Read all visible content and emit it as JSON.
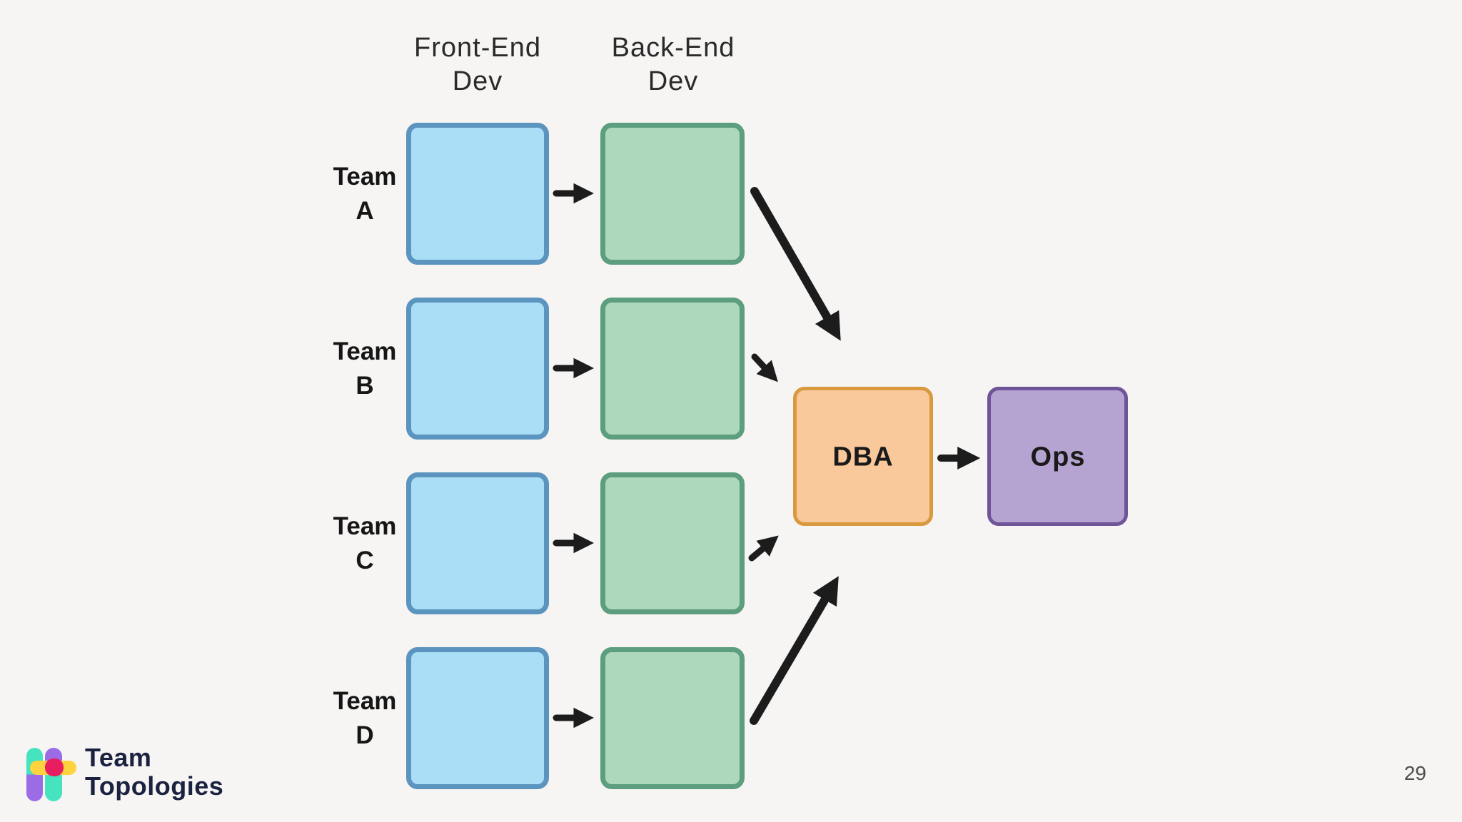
{
  "slide": {
    "background_color": "#F6F5F4",
    "page_number": "29"
  },
  "headers": {
    "frontend": "Front-End\nDev",
    "backend": "Back-End\nDev"
  },
  "teams": [
    {
      "name": "Team A",
      "label_top": "Team",
      "label_bottom": "A"
    },
    {
      "name": "Team B",
      "label_top": "Team",
      "label_bottom": "B"
    },
    {
      "name": "Team C",
      "label_top": "Team",
      "label_bottom": "C"
    },
    {
      "name": "Team D",
      "label_top": "Team",
      "label_bottom": "D"
    }
  ],
  "nodes": {
    "frontend_box": {
      "fill": "#A9DEF6",
      "border": "#5B94BE"
    },
    "backend_box": {
      "fill": "#AED8BB",
      "border": "#5C9E7E"
    },
    "dba": {
      "label": "DBA",
      "fill": "#FAC99B",
      "border": "#D8993F"
    },
    "ops": {
      "label": "Ops",
      "fill": "#B5A4D1",
      "border": "#6F5498"
    }
  },
  "connections": [
    {
      "from": "frontend-dev-team-a",
      "to": "backend-dev-team-a"
    },
    {
      "from": "frontend-dev-team-b",
      "to": "backend-dev-team-b"
    },
    {
      "from": "frontend-dev-team-c",
      "to": "backend-dev-team-c"
    },
    {
      "from": "frontend-dev-team-d",
      "to": "backend-dev-team-d"
    },
    {
      "from": "backend-dev-team-a",
      "to": "dba"
    },
    {
      "from": "backend-dev-team-b",
      "to": "dba"
    },
    {
      "from": "backend-dev-team-c",
      "to": "dba"
    },
    {
      "from": "backend-dev-team-d",
      "to": "dba"
    },
    {
      "from": "dba",
      "to": "ops"
    }
  ],
  "arrow_color": "#1C1C1C",
  "logo": {
    "line1": "Team",
    "line2": "Topologies",
    "text_color": "#1B2240",
    "icon_colors": {
      "mint": "#45E3BE",
      "purple": "#9B6CE6",
      "yellow": "#FFD33D",
      "crimson": "#E81D61"
    }
  }
}
